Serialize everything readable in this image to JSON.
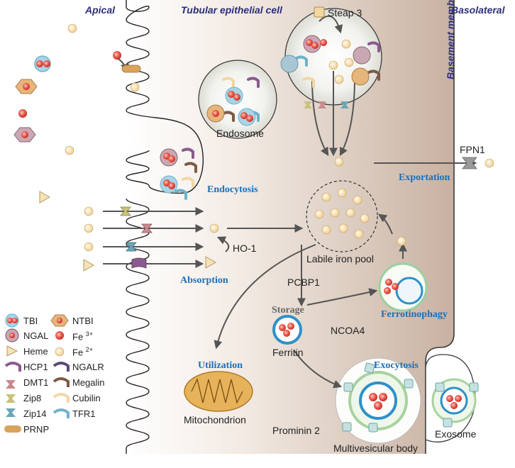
{
  "headers": {
    "apical": "Apical",
    "cell": "Tubular epithelial cell",
    "basolateral": "Basolateral",
    "basement": "Basement membrane"
  },
  "labels": {
    "steap3": "Steap 3",
    "endosome": "Endosome",
    "fpn1": "FPN1",
    "endocytosis": "Endocytosis",
    "exportation": "Exportation",
    "labile_pool": "Labile iron pool",
    "ho1": "HO-1",
    "absorption": "Absorption",
    "pcbp1": "PCBP1",
    "storage": "Storage",
    "ferritinophagy": "Ferrotinophagy",
    "ncoa4": "NCOA4",
    "ferritin": "Ferritin",
    "utilization": "Utilization",
    "exocytosis": "Exocytosis",
    "mitochondrion": "Mitochondrion",
    "prominin2": "Prominin 2",
    "mvb": "Multivesicular body",
    "exosome": "Exosome"
  },
  "legend": {
    "col1": [
      "TBI",
      "NGAL",
      "Heme",
      "HCP1",
      "DMT1",
      "Zip8",
      "Zip14",
      "PRNP"
    ],
    "col2": [
      "NTBI",
      "Fe",
      "Fe",
      "NGALR",
      "Megalin",
      "Cubilin",
      "TFR1"
    ],
    "fe3_sup": "3+",
    "fe2_sup": "2+"
  },
  "colors": {
    "cell_fill": "#eadcd0",
    "cell_fill_dark": "#c9b3a3",
    "header_text": "#2b2f7a",
    "process_text": "#1d6fb8",
    "fe3": "#e8413a",
    "fe2": "#f6dfae",
    "tfr1": "#6fb3c9",
    "hcp1": "#8a5a8f",
    "dmt1": "#c98a8e",
    "zip8": "#c8c27a",
    "zip14": "#6aa6b8",
    "prnp": "#d9a35b",
    "megalin": "#7c5b45",
    "ferritin_shell": "#2f90c8"
  }
}
